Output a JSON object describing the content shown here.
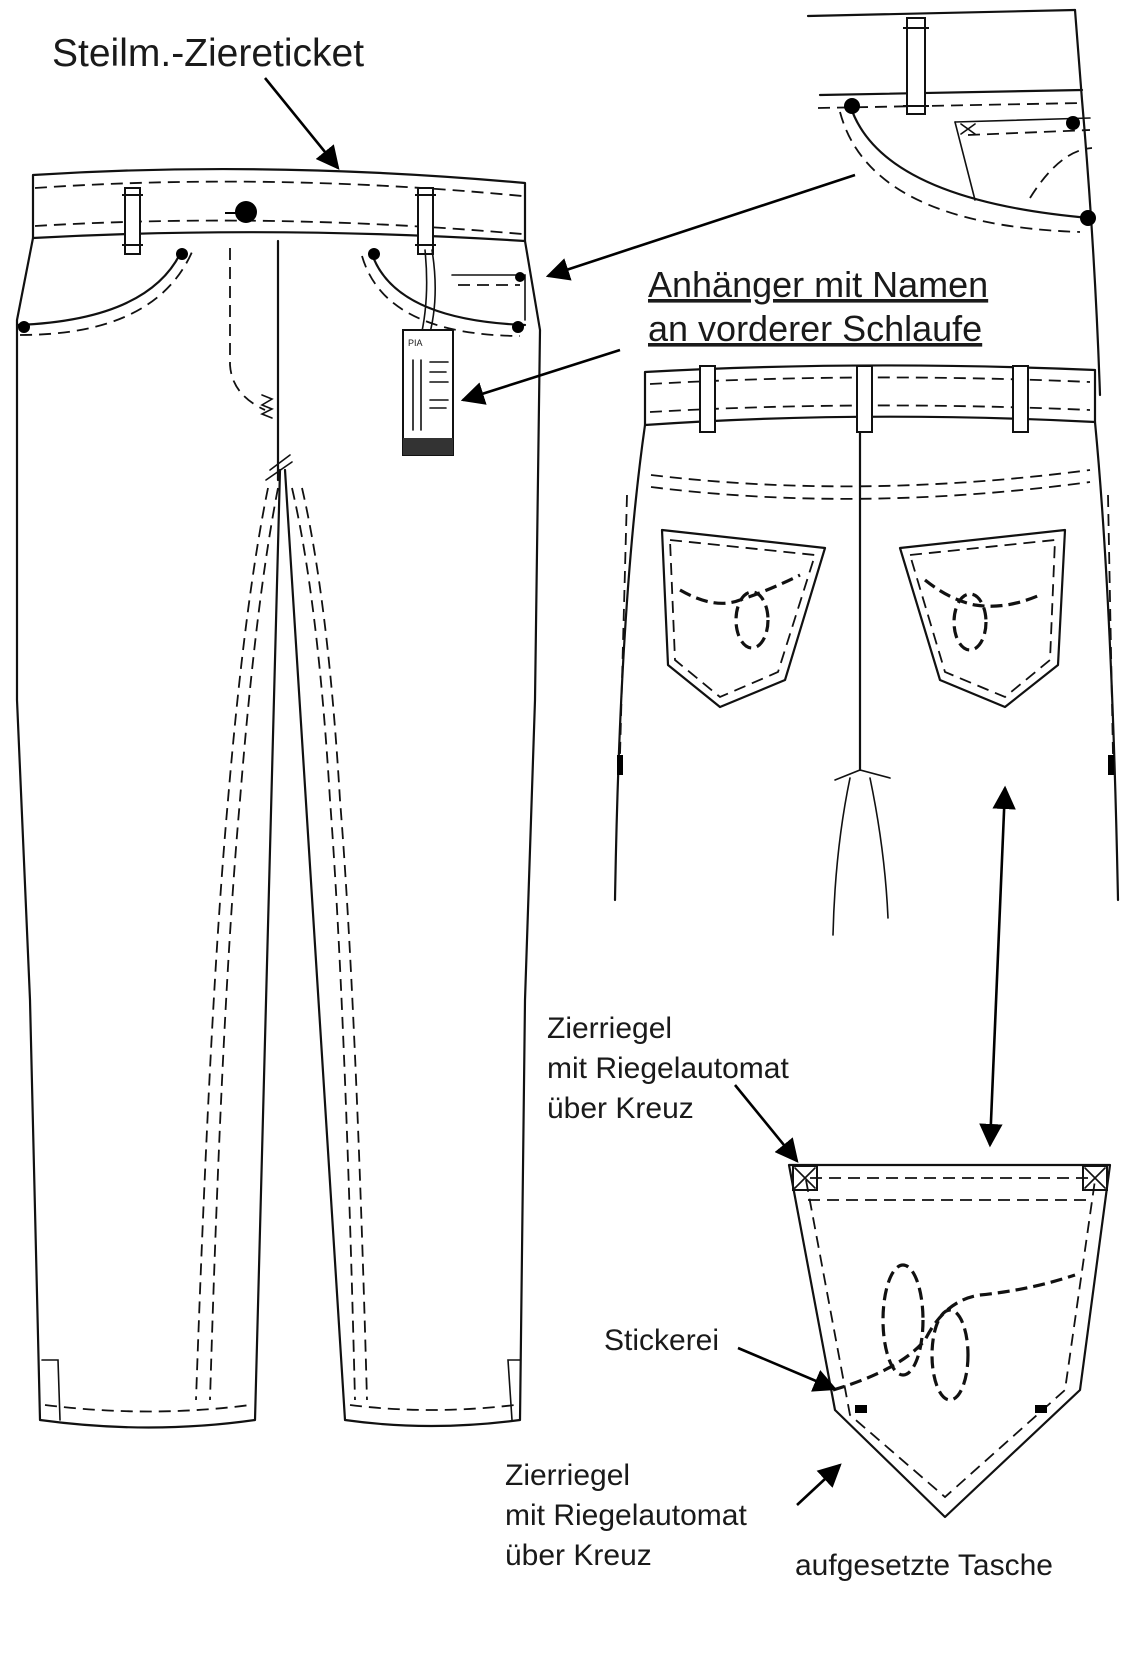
{
  "labels": {
    "ziereticket": "Steilm.-Ziereticket",
    "anhaenger_line1": "Anhänger mit Namen",
    "anhaenger_line2": "an vorderer Schlaufe",
    "zierriegel_top_1": "Zierriegel",
    "zierriegel_top_2": "mit Riegelautomat",
    "zierriegel_top_3": "über Kreuz",
    "stickerei": "Stickerei",
    "zierriegel_bottom_1": "Zierriegel",
    "zierriegel_bottom_2": "mit Riegelautomat",
    "zierriegel_bottom_3": "über Kreuz",
    "tasche": "aufgesetzte Tasche"
  },
  "hangtag": {
    "brand": "PIA"
  },
  "colors": {
    "line": "#111111",
    "background": "#ffffff"
  }
}
